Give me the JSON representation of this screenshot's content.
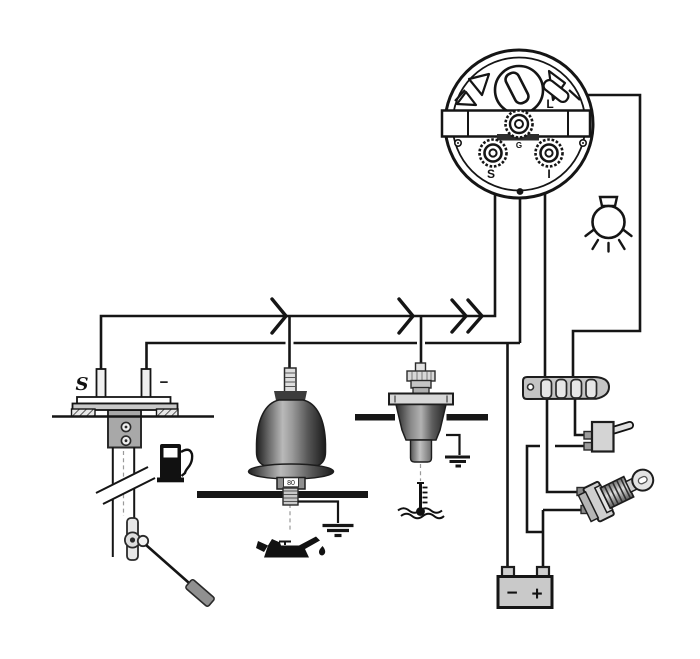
{
  "diagram_type": "gauge-sender wiring diagram",
  "gauge": {
    "terminal_light": "L",
    "terminal_ground": "G",
    "terminal_sender": "S",
    "terminal_ignition": "I"
  },
  "fuel_sender": {
    "terminal_sender": "S",
    "terminal_negative": "−"
  },
  "oil_pressure_sender": {
    "marking": "80"
  },
  "battery": {
    "negative_label": "−",
    "positive_label": "+"
  },
  "colors": {
    "line": "#151515",
    "metal_light": "#d9d9d9",
    "metal_mid": "#a0a0a0",
    "metal_dark": "#333333",
    "background": "#ffffff"
  }
}
